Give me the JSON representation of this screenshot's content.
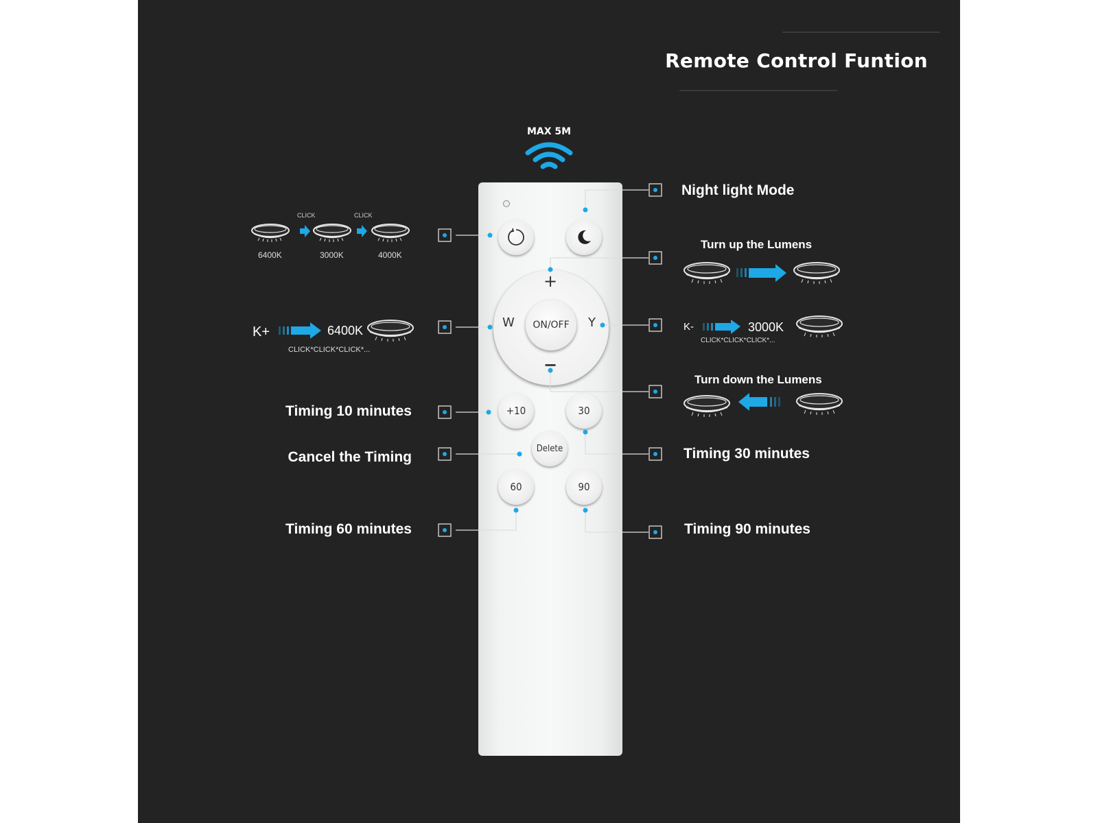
{
  "title": "Remote Control Funtion",
  "range": "MAX 5M",
  "buttons": {
    "cycle": "",
    "night": "",
    "plus": "+",
    "minus": "−",
    "w": "W",
    "y": "Y",
    "onoff": "ON/OFF",
    "plus10": "+10",
    "t30": "30",
    "delete": "Delete",
    "t60": "60",
    "t90": "90"
  },
  "cycle_diagram": {
    "click1": "CLICK",
    "click2": "CLICK",
    "k1": "6400K",
    "k2": "3000K",
    "k3": "4000K"
  },
  "kplus": {
    "label": "K+",
    "value": "6400K",
    "clicks": "CLICK*CLICK*CLICK*..."
  },
  "kminus": {
    "label": "K-",
    "value": "3000K",
    "clicks": "CLICK*CLICK*CLICK*..."
  },
  "labels": {
    "night": "Night light Mode",
    "up": "Turn up the Lumens",
    "down": "Turn down the Lumens",
    "timing10": "Timing 10 minutes",
    "cancel": "Cancel the Timing",
    "timing30": "Timing 30 minutes",
    "timing60": "Timing 60 minutes",
    "timing90": "Timing 90 minutes"
  },
  "colors": {
    "background": "#232323",
    "accent": "#1ea8e6",
    "remote": "#f4f5f5"
  }
}
